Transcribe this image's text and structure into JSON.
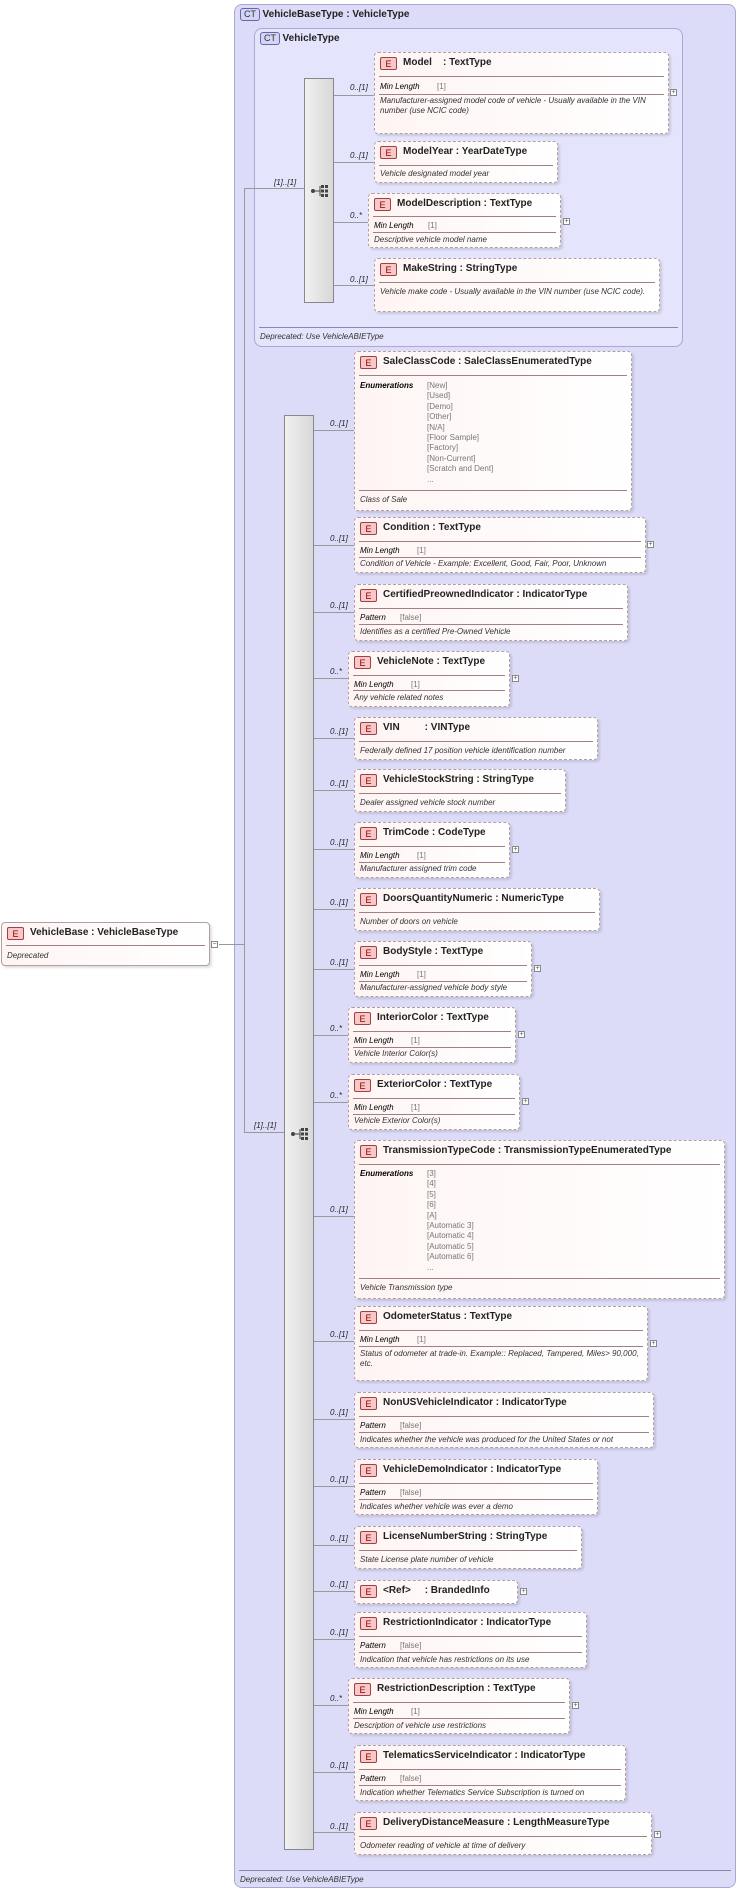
{
  "outer_type": {
    "badge": "CT",
    "title": "VehicleBaseType : VehicleType",
    "footer": "Deprecated: Use VehicleABIEType"
  },
  "inner_type": {
    "badge": "CT",
    "title": "VehicleType",
    "footer": "Deprecated: Use VehicleABIEType",
    "seq_card": "[1]..[1]"
  },
  "root": {
    "badge": "E",
    "name": "VehicleBase",
    "type": "VehicleBaseType",
    "doc": "Deprecated"
  },
  "main_seq_card": "[1]..[1]",
  "inner_elements": [
    {
      "card": "0..[1]",
      "name": "Model",
      "type": "TextType",
      "prop_label": "Min Length",
      "prop_value": "[1]",
      "doc": "Manufacturer-assigned model code of vehicle - Usually available in the VIN number (use NCIC code)"
    },
    {
      "card": "0..[1]",
      "name": "ModelYear",
      "type": "YearDateType",
      "doc": "Vehicle designated model year"
    },
    {
      "card": "0..*",
      "name": "ModelDescription",
      "type": "TextType",
      "prop_label": "Min Length",
      "prop_value": "[1]",
      "doc": "Descriptive vehicle model name"
    },
    {
      "card": "0..[1]",
      "name": "MakeString",
      "type": "StringType",
      "doc": "Vehicle make code - Usually available in the VIN number (use NCIC code)."
    }
  ],
  "elements": [
    {
      "card": "0..[1]",
      "name": "SaleClassCode",
      "type": "SaleClassEnumeratedType",
      "prop_label": "Enumerations",
      "enums": [
        "[New]",
        "[Used]",
        "[Demo]",
        "[Other]",
        "[N/A]",
        "[Floor Sample]",
        "[Factory]",
        "[Non-Current]",
        "[Scratch and Dent]",
        "..."
      ],
      "doc": "Class of Sale"
    },
    {
      "card": "0..[1]",
      "name": "Condition",
      "type": "TextType",
      "prop_label": "Min Length",
      "prop_value": "[1]",
      "doc": "Condition of Vehicle - Example: Excellent, Good, Fair, Poor, Unknown"
    },
    {
      "card": "0..[1]",
      "name": "CertifiedPreownedIndicator",
      "type": "IndicatorType",
      "prop_label": "Pattern",
      "prop_value": "[false]",
      "doc": "Identifies as a certified Pre-Owned Vehicle"
    },
    {
      "card": "0..*",
      "name": "VehicleNote",
      "type": "TextType",
      "prop_label": "Min Length",
      "prop_value": "[1]",
      "doc": "Any vehicle related notes"
    },
    {
      "card": "0..[1]",
      "name": "VIN",
      "type": "VINType",
      "doc": "Federally defined 17 position vehicle identification number"
    },
    {
      "card": "0..[1]",
      "name": "VehicleStockString",
      "type": "StringType",
      "doc": "Dealer assigned vehicle stock number"
    },
    {
      "card": "0..[1]",
      "name": "TrimCode",
      "type": "CodeType",
      "prop_label": "Min Length",
      "prop_value": "[1]",
      "doc": "Manufacturer assigned trim code"
    },
    {
      "card": "0..[1]",
      "name": "DoorsQuantityNumeric",
      "type": "NumericType",
      "doc": "Number of doors on vehicle"
    },
    {
      "card": "0..[1]",
      "name": "BodyStyle",
      "type": "TextType",
      "prop_label": "Min Length",
      "prop_value": "[1]",
      "doc": "Manufacturer-assigned vehicle body style"
    },
    {
      "card": "0..*",
      "name": "InteriorColor",
      "type": "TextType",
      "prop_label": "Min Length",
      "prop_value": "[1]",
      "doc": "Vehicle Interior Color(s)"
    },
    {
      "card": "0..*",
      "name": "ExteriorColor",
      "type": "TextType",
      "prop_label": "Min Length",
      "prop_value": "[1]",
      "doc": "Vehicle Exterior Color(s)"
    },
    {
      "card": "0..[1]",
      "name": "TransmissionTypeCode",
      "type": "TransmissionTypeEnumeratedType",
      "prop_label": "Enumerations",
      "enums": [
        "[3]",
        "[4]",
        "[5]",
        "[6]",
        "[A]",
        "[Automatic 3]",
        "[Automatic 4]",
        "[Automatic 5]",
        "[Automatic 6]",
        "..."
      ],
      "doc": "Vehicle Transmission type"
    },
    {
      "card": "0..[1]",
      "name": "OdometerStatus",
      "type": "TextType",
      "prop_label": "Min Length",
      "prop_value": "[1]",
      "doc": "Status of odometer at trade-in. Example:: Replaced, Tampered, Miles> 90,000, etc."
    },
    {
      "card": "0..[1]",
      "name": "NonUSVehicleIndicator",
      "type": "IndicatorType",
      "prop_label": "Pattern",
      "prop_value": "[false]",
      "doc": "Indicates whether the vehicle was produced for the United States or not"
    },
    {
      "card": "0..[1]",
      "name": "VehicleDemoIndicator",
      "type": "IndicatorType",
      "prop_label": "Pattern",
      "prop_value": "[false]",
      "doc": "Indicates whether vehicle was ever a demo"
    },
    {
      "card": "0..[1]",
      "name": "LicenseNumberString",
      "type": "StringType",
      "doc": "State License plate number of vehicle"
    },
    {
      "card": "0..[1]",
      "name": "<Ref>",
      "type": "BrandedInfo"
    },
    {
      "card": "0..[1]",
      "name": "RestrictionIndicator",
      "type": "IndicatorType",
      "prop_label": "Pattern",
      "prop_value": "[false]",
      "doc": "Indication that vehicle has restrictions on its use"
    },
    {
      "card": "0..*",
      "name": "RestrictionDescription",
      "type": "TextType",
      "prop_label": "Min Length",
      "prop_value": "[1]",
      "doc": "Description of vehicle use restrictions"
    },
    {
      "card": "0..[1]",
      "name": "TelematicsServiceIndicator",
      "type": "IndicatorType",
      "prop_label": "Pattern",
      "prop_value": "[false]",
      "doc": "Indication whether Telematics Service Subscription is turned on"
    },
    {
      "card": "0..[1]",
      "name": "DeliveryDistanceMeasure",
      "type": "LengthMeasureType",
      "doc": "Odometer reading of vehicle at time of delivery"
    }
  ]
}
